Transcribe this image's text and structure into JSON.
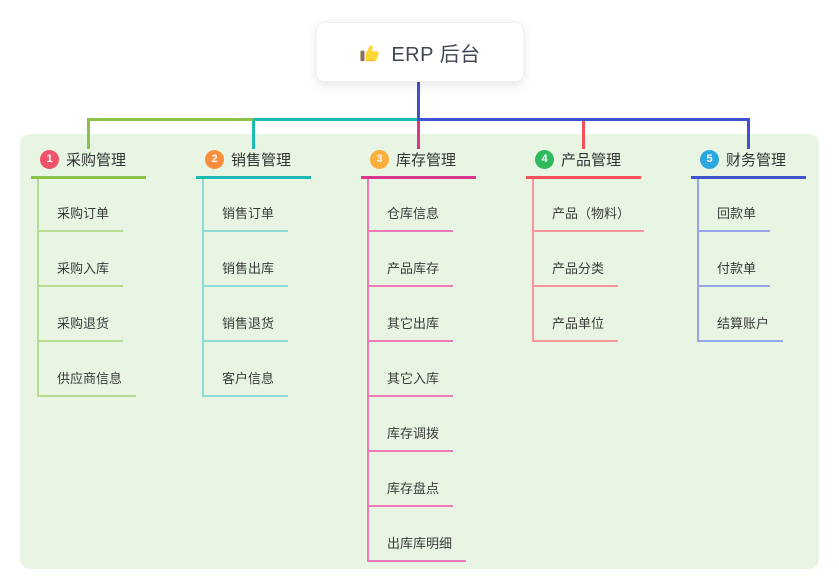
{
  "root": {
    "label": "ERP 后台",
    "icon": "thumbs-up-icon",
    "connector_color": "#4152ce",
    "card_background": "#ffffff",
    "text_color": "#3d4756"
  },
  "canvas": {
    "background": "#ffffff",
    "panel_color": "#e7f5e2",
    "title_text_color": "#333333",
    "child_text_color": "#3b3b3b"
  },
  "branches": [
    {
      "index": "1",
      "title": "采购管理",
      "color": "#8bc34a",
      "light_color": "#b7db90",
      "badge_color": "#f0516b",
      "children": [
        "采购订单",
        "采购入库",
        "采购退货",
        "供应商信息"
      ]
    },
    {
      "index": "2",
      "title": "销售管理",
      "color": "#1db9b4",
      "light_color": "#8edcd6",
      "badge_color": "#fb8e3d",
      "children": [
        "销售订单",
        "销售出库",
        "销售退货",
        "客户信息"
      ]
    },
    {
      "index": "3",
      "title": "库存管理",
      "color": "#d9368f",
      "light_color": "#f07ab8",
      "badge_color": "#fbae3c",
      "children": [
        "仓库信息",
        "产品库存",
        "其它出库",
        "其它入库",
        "库存调拨",
        "库存盘点",
        "出库库明细"
      ]
    },
    {
      "index": "4",
      "title": "产品管理",
      "color": "#f9515c",
      "light_color": "#fa959c",
      "badge_color": "#2fba5f",
      "children": [
        "产品（物料）",
        "产品分类",
        "产品单位"
      ]
    },
    {
      "index": "5",
      "title": "财务管理",
      "color": "#4152ce",
      "light_color": "#95a5e8",
      "badge_color": "#2ba7e0",
      "children": [
        "回款单",
        "付款单",
        "结算账户"
      ]
    }
  ]
}
